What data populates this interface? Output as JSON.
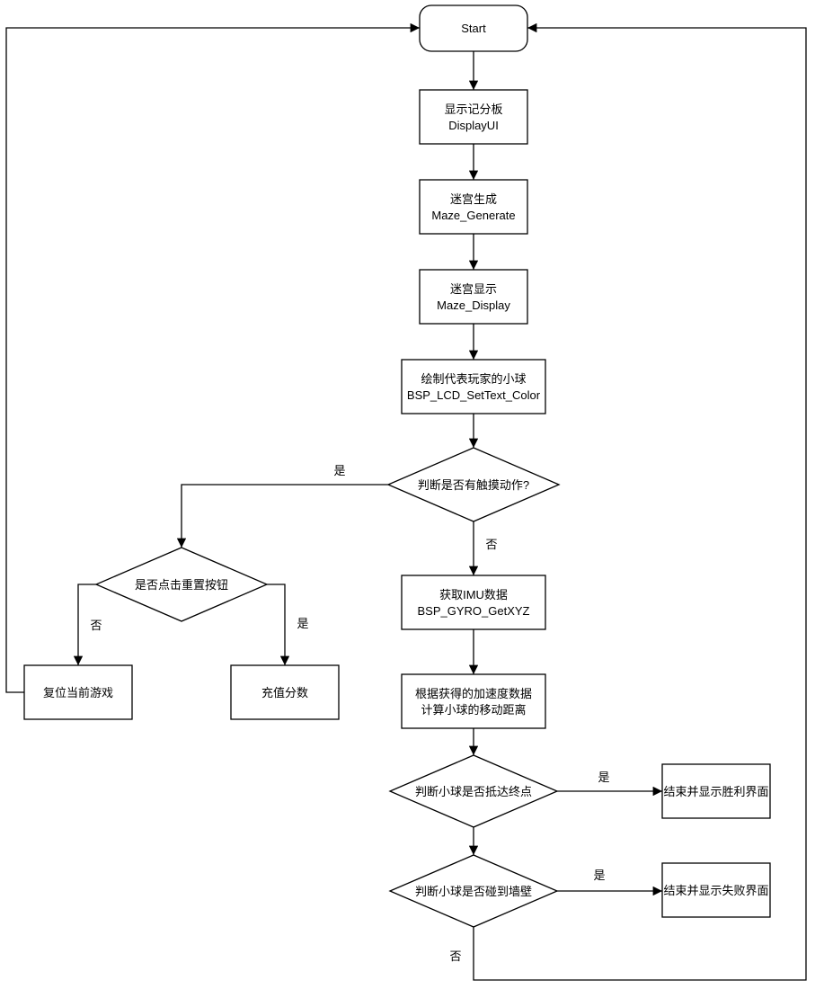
{
  "page": {
    "background_color": "#ffffff",
    "line_color": "#000000",
    "text_color": "#000000"
  },
  "flowchart": {
    "nodes": {
      "start": {
        "type": "terminator",
        "label": "Start"
      },
      "display_ui": {
        "type": "process",
        "line1": "显示记分板",
        "line2": "DisplayUI"
      },
      "maze_generate": {
        "type": "process",
        "line1": "迷宫生成",
        "line2": "Maze_Generate"
      },
      "maze_display": {
        "type": "process",
        "line1": "迷宫显示",
        "line2": "Maze_Display"
      },
      "draw_player_ball": {
        "type": "process",
        "line1": "绘制代表玩家的小球",
        "line2": "BSP_LCD_SetText_Color"
      },
      "touch_decision": {
        "type": "decision",
        "label": "判断是否有触摸动作?"
      },
      "reset_button_decision": {
        "type": "decision",
        "label": "是否点击重置按钮"
      },
      "reset_game": {
        "type": "process",
        "label": "复位当前游戏"
      },
      "recharge_score": {
        "type": "process",
        "label": "充值分数"
      },
      "get_imu": {
        "type": "process",
        "line1": "获取IMU数据",
        "line2": "BSP_GYRO_GetXYZ"
      },
      "calc_distance": {
        "type": "process",
        "line1": "根据获得的加速度数据",
        "line2": "计算小球的移动距离"
      },
      "reach_end_decision": {
        "type": "decision",
        "label": "判断小球是否抵达终点"
      },
      "win_screen": {
        "type": "process",
        "label": "结束并显示胜利界面"
      },
      "hit_wall_decision": {
        "type": "decision",
        "label": "判断小球是否碰到墙壁"
      },
      "lose_screen": {
        "type": "process",
        "label": "结束并显示失败界面"
      }
    },
    "edge_labels": {
      "touch_yes": "是",
      "touch_no": "否",
      "reset_no": "否",
      "reset_yes": "是",
      "reach_end_yes": "是",
      "hit_wall_yes": "是",
      "hit_wall_no": "否"
    }
  }
}
